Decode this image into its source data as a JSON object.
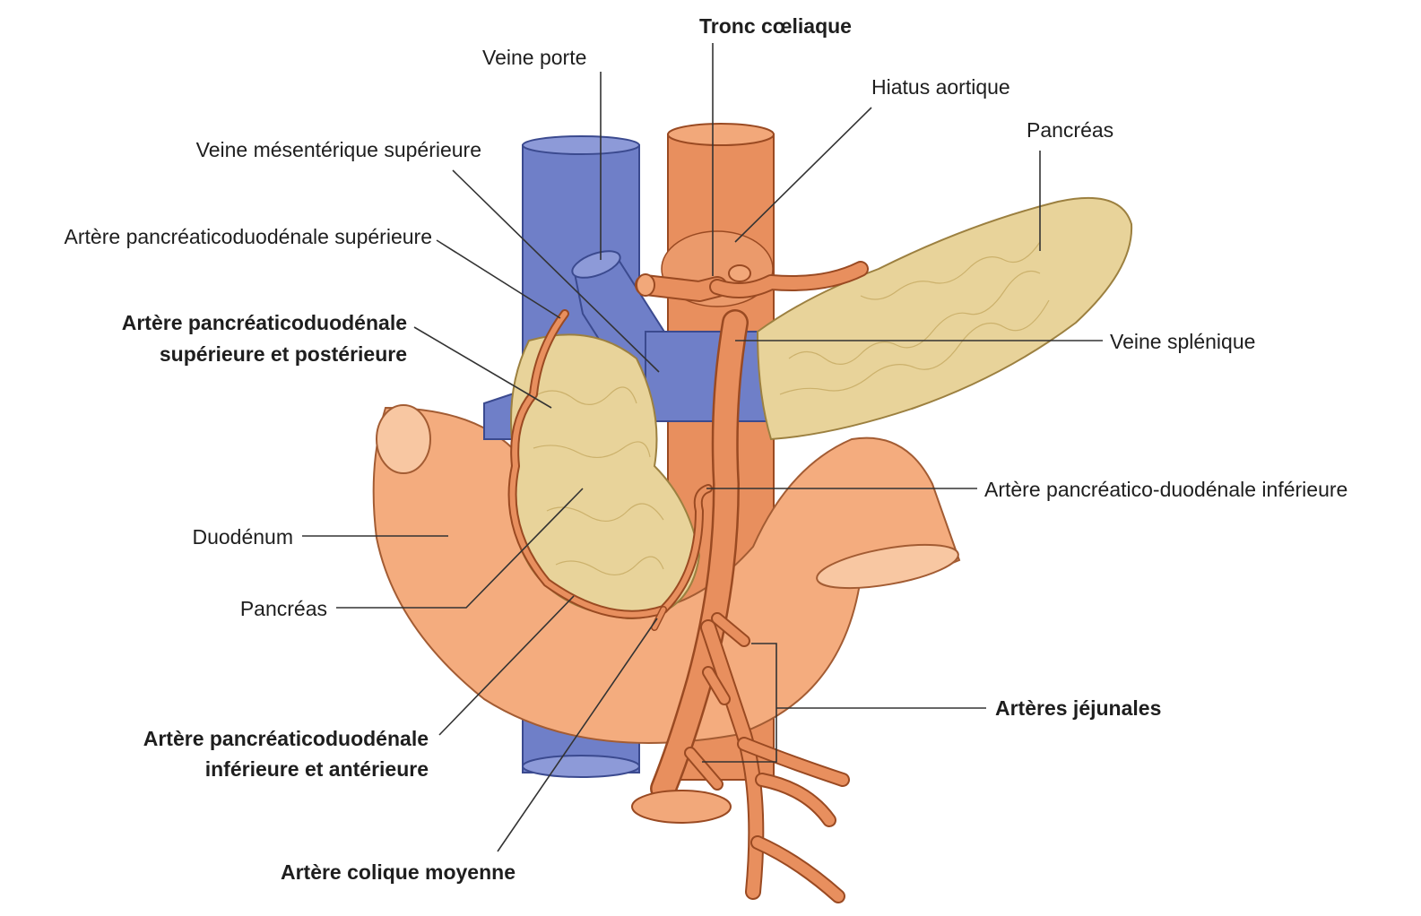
{
  "labels": {
    "tronc_coeliaque": "Tronc cœliaque",
    "veine_porte": "Veine porte",
    "hiatus_aortique": "Hiatus aortique",
    "pancreas_top": "Pancréas",
    "veine_mesenterique_sup": "Veine mésentérique supérieure",
    "artere_pd_sup": "Artère pancréaticoduodénale supérieure",
    "artere_pd_sup_post_1": "Artère pancréaticoduodénale",
    "artere_pd_sup_post_2": "supérieure et postérieure",
    "veine_splenique": "Veine splénique",
    "artere_pd_inf": "Artère pancréatico-duodénale inférieure",
    "duodenum": "Duodénum",
    "pancreas_head": "Pancréas",
    "arteres_jejunales": "Artères jéjunales",
    "artere_pd_inf_ant_1": "Artère pancréaticoduodénale",
    "artere_pd_inf_ant_2": "inférieure et antérieure",
    "artere_colique_moyenne": "Artère colique moyenne"
  },
  "colors": {
    "vein": "#6f7fc8",
    "artery": "#e88f5e",
    "pancreas": "#e8d39a",
    "duodenum": "#f4ac7e"
  }
}
